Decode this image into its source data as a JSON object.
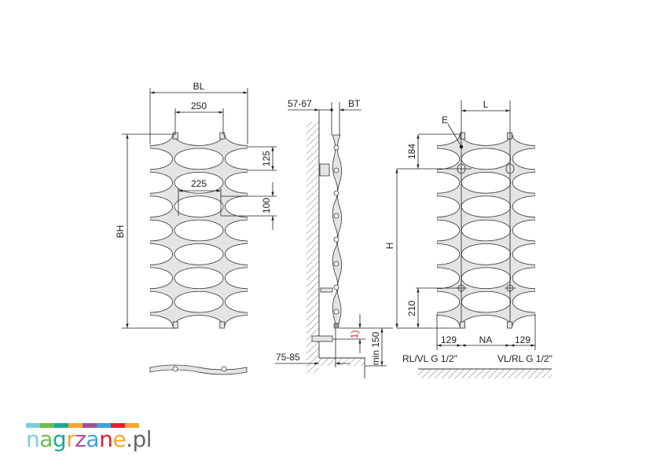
{
  "front_view": {
    "width_label": "BL",
    "height_label": "BH",
    "pitch_label": "250",
    "inner_pitch_label": "225",
    "section_label": "125",
    "hole_label": "100"
  },
  "side_view": {
    "wall_gap_label": "57-67",
    "depth_label": "BT",
    "bracket_label": "75-85",
    "min_label": "min 150",
    "note_label": "1)"
  },
  "connection_view": {
    "l_label": "L",
    "vent_label": "E",
    "top_label": "184",
    "h_label": "H",
    "bottom_label": "210",
    "side_left_label": "129",
    "na_label": "NA",
    "side_right_label": "129",
    "left_conn_label": "RL/VL G 1/2\"",
    "right_conn_label": "VL/RL G 1/2\""
  },
  "logo": {
    "text": "nagrzane.pl",
    "letters": [
      "n",
      "a",
      "g",
      "r",
      "z",
      "a",
      "n",
      "e",
      ".pl"
    ],
    "colors": [
      "#7ecbe0",
      "#6cbf4a",
      "#1aa89a",
      "#f7a533",
      "#a5509e",
      "#3aa5dc",
      "#e4202e",
      "#f7a533",
      "#666666"
    ]
  },
  "colors": {
    "fill": "#e4e4e4",
    "line": "#333333",
    "accent": "#e4202e"
  }
}
